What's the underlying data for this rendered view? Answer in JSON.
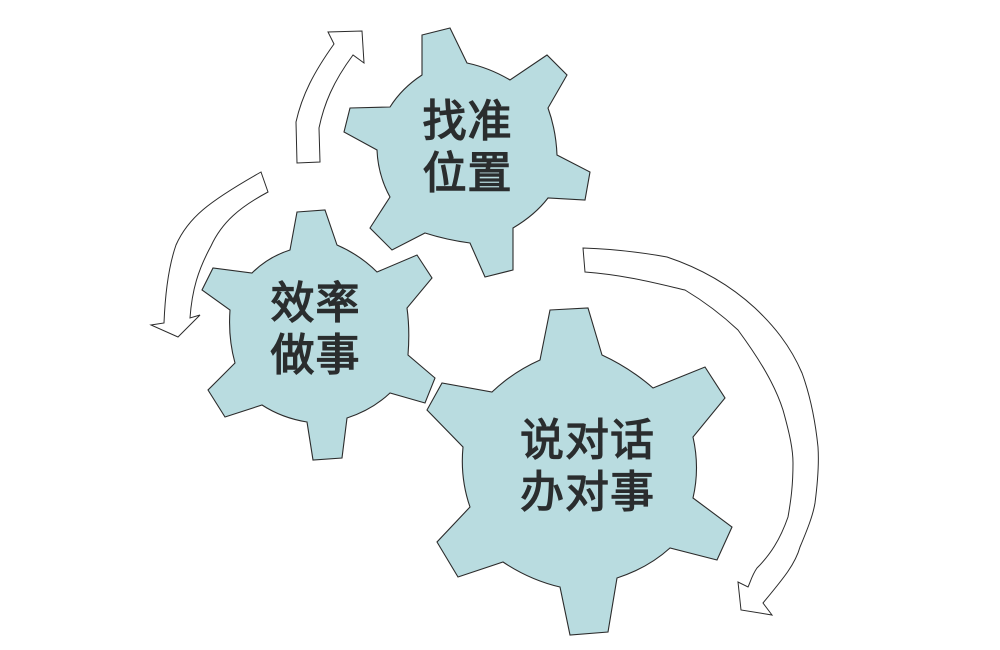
{
  "diagram": {
    "type": "gear-cycle",
    "colors": {
      "gear_fill": "#b9dce0",
      "outline": "#2b2b2b",
      "text": "#2a2d2e",
      "arrow_fill": "#ffffff",
      "background": "#ffffff"
    },
    "gears": [
      {
        "id": "top",
        "label_lines": [
          "找准",
          "位置"
        ]
      },
      {
        "id": "middle-left",
        "label_lines": [
          "效率",
          "做事"
        ]
      },
      {
        "id": "bottom-right",
        "label_lines": [
          "说对话",
          "办对事"
        ]
      }
    ],
    "arrows": [
      {
        "id": "arrow-up-left",
        "direction": "up-right",
        "between": "middle-left → top"
      },
      {
        "id": "arrow-down-left",
        "direction": "down-left",
        "between": "top → middle-left"
      },
      {
        "id": "arrow-right-curve",
        "direction": "clockwise-down",
        "between": "top → bottom-right"
      }
    ]
  }
}
